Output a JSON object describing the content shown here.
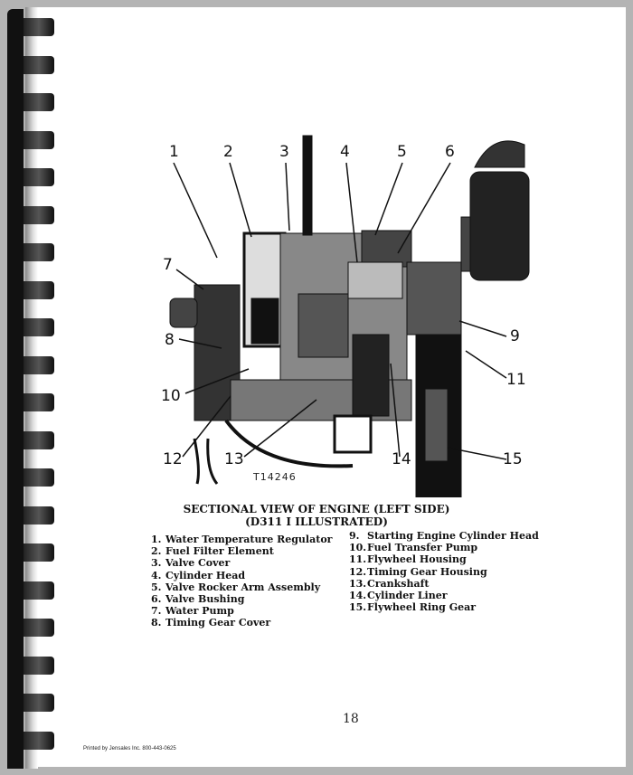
{
  "figure": {
    "callouts": [
      "1",
      "2",
      "3",
      "4",
      "5",
      "6",
      "7",
      "8",
      "9",
      "10",
      "11",
      "12",
      "13",
      "14",
      "15"
    ],
    "figure_id": "T14246"
  },
  "caption": {
    "title": "SECTIONAL VIEW OF ENGINE (LEFT SIDE)",
    "subtitle": "(D311 I ILLUSTRATED)"
  },
  "legend": {
    "left": [
      {
        "num": "1.",
        "label": "Water Temperature Regulator"
      },
      {
        "num": "2.",
        "label": "Fuel Filter Element"
      },
      {
        "num": "3.",
        "label": "Valve Cover"
      },
      {
        "num": "4.",
        "label": "Cylinder Head"
      },
      {
        "num": "5.",
        "label": "Valve Rocker Arm Assembly"
      },
      {
        "num": "6.",
        "label": "Valve Bushing"
      },
      {
        "num": "7.",
        "label": "Water Pump"
      },
      {
        "num": "8.",
        "label": "Timing Gear Cover"
      }
    ],
    "right": [
      {
        "num": "9.",
        "label": "Starting Engine Cylinder Head"
      },
      {
        "num": "10.",
        "label": "Fuel Transfer Pump"
      },
      {
        "num": "11.",
        "label": "Flywheel Housing"
      },
      {
        "num": "12.",
        "label": "Timing Gear Housing"
      },
      {
        "num": "13.",
        "label": "Crankshaft"
      },
      {
        "num": "14.",
        "label": "Cylinder Liner"
      },
      {
        "num": "15.",
        "label": "Flywheel Ring Gear"
      }
    ]
  },
  "page_number": "18",
  "printer_note": "Printed by Jensales Inc. 800-443-0625"
}
